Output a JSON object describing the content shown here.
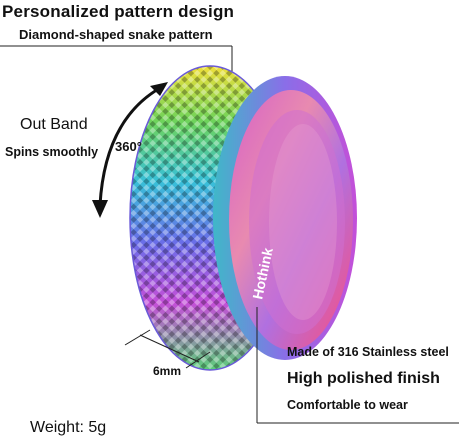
{
  "header": {
    "title": "Personalized pattern design",
    "subtitle": "Diamond-shaped snake pattern"
  },
  "callouts": {
    "out_band": "Out Band",
    "spins": "Spins smoothly",
    "rotation": "360°",
    "width": "6mm",
    "weight": "Weight: 5g"
  },
  "specs": {
    "material": "Made of 316 Stainless steel",
    "finish": "High polished finish",
    "comfort": "Comfortable to wear"
  },
  "ring": {
    "engraving": "Hothink"
  },
  "colors": {
    "rainbow": [
      "#f0e03a",
      "#5fd06a",
      "#3fb8e8",
      "#6a6ee8",
      "#c44fd8",
      "#e85aa8"
    ],
    "text": "#111111"
  }
}
